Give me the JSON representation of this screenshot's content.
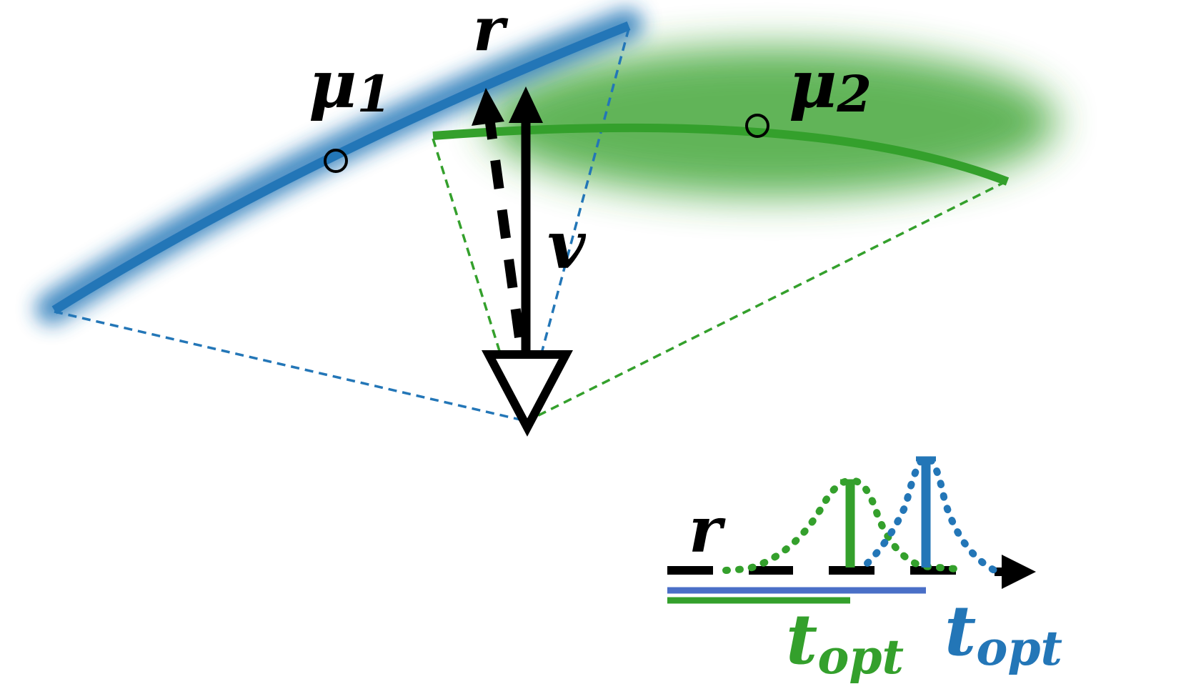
{
  "labels": {
    "ray_top": "r",
    "mean_1": "μ",
    "mean_1_sub": "1",
    "mean_2": "μ",
    "mean_2_sub": "2",
    "view_dir": "v",
    "ray_axis": "r",
    "t_green": "t",
    "t_green_sub": "opt",
    "t_blue": "t",
    "t_blue_sub": "opt"
  },
  "colors": {
    "blue": "#2376b7",
    "blue_bar": "#4a6fc7",
    "green": "#34a02c",
    "black": "#000000"
  }
}
